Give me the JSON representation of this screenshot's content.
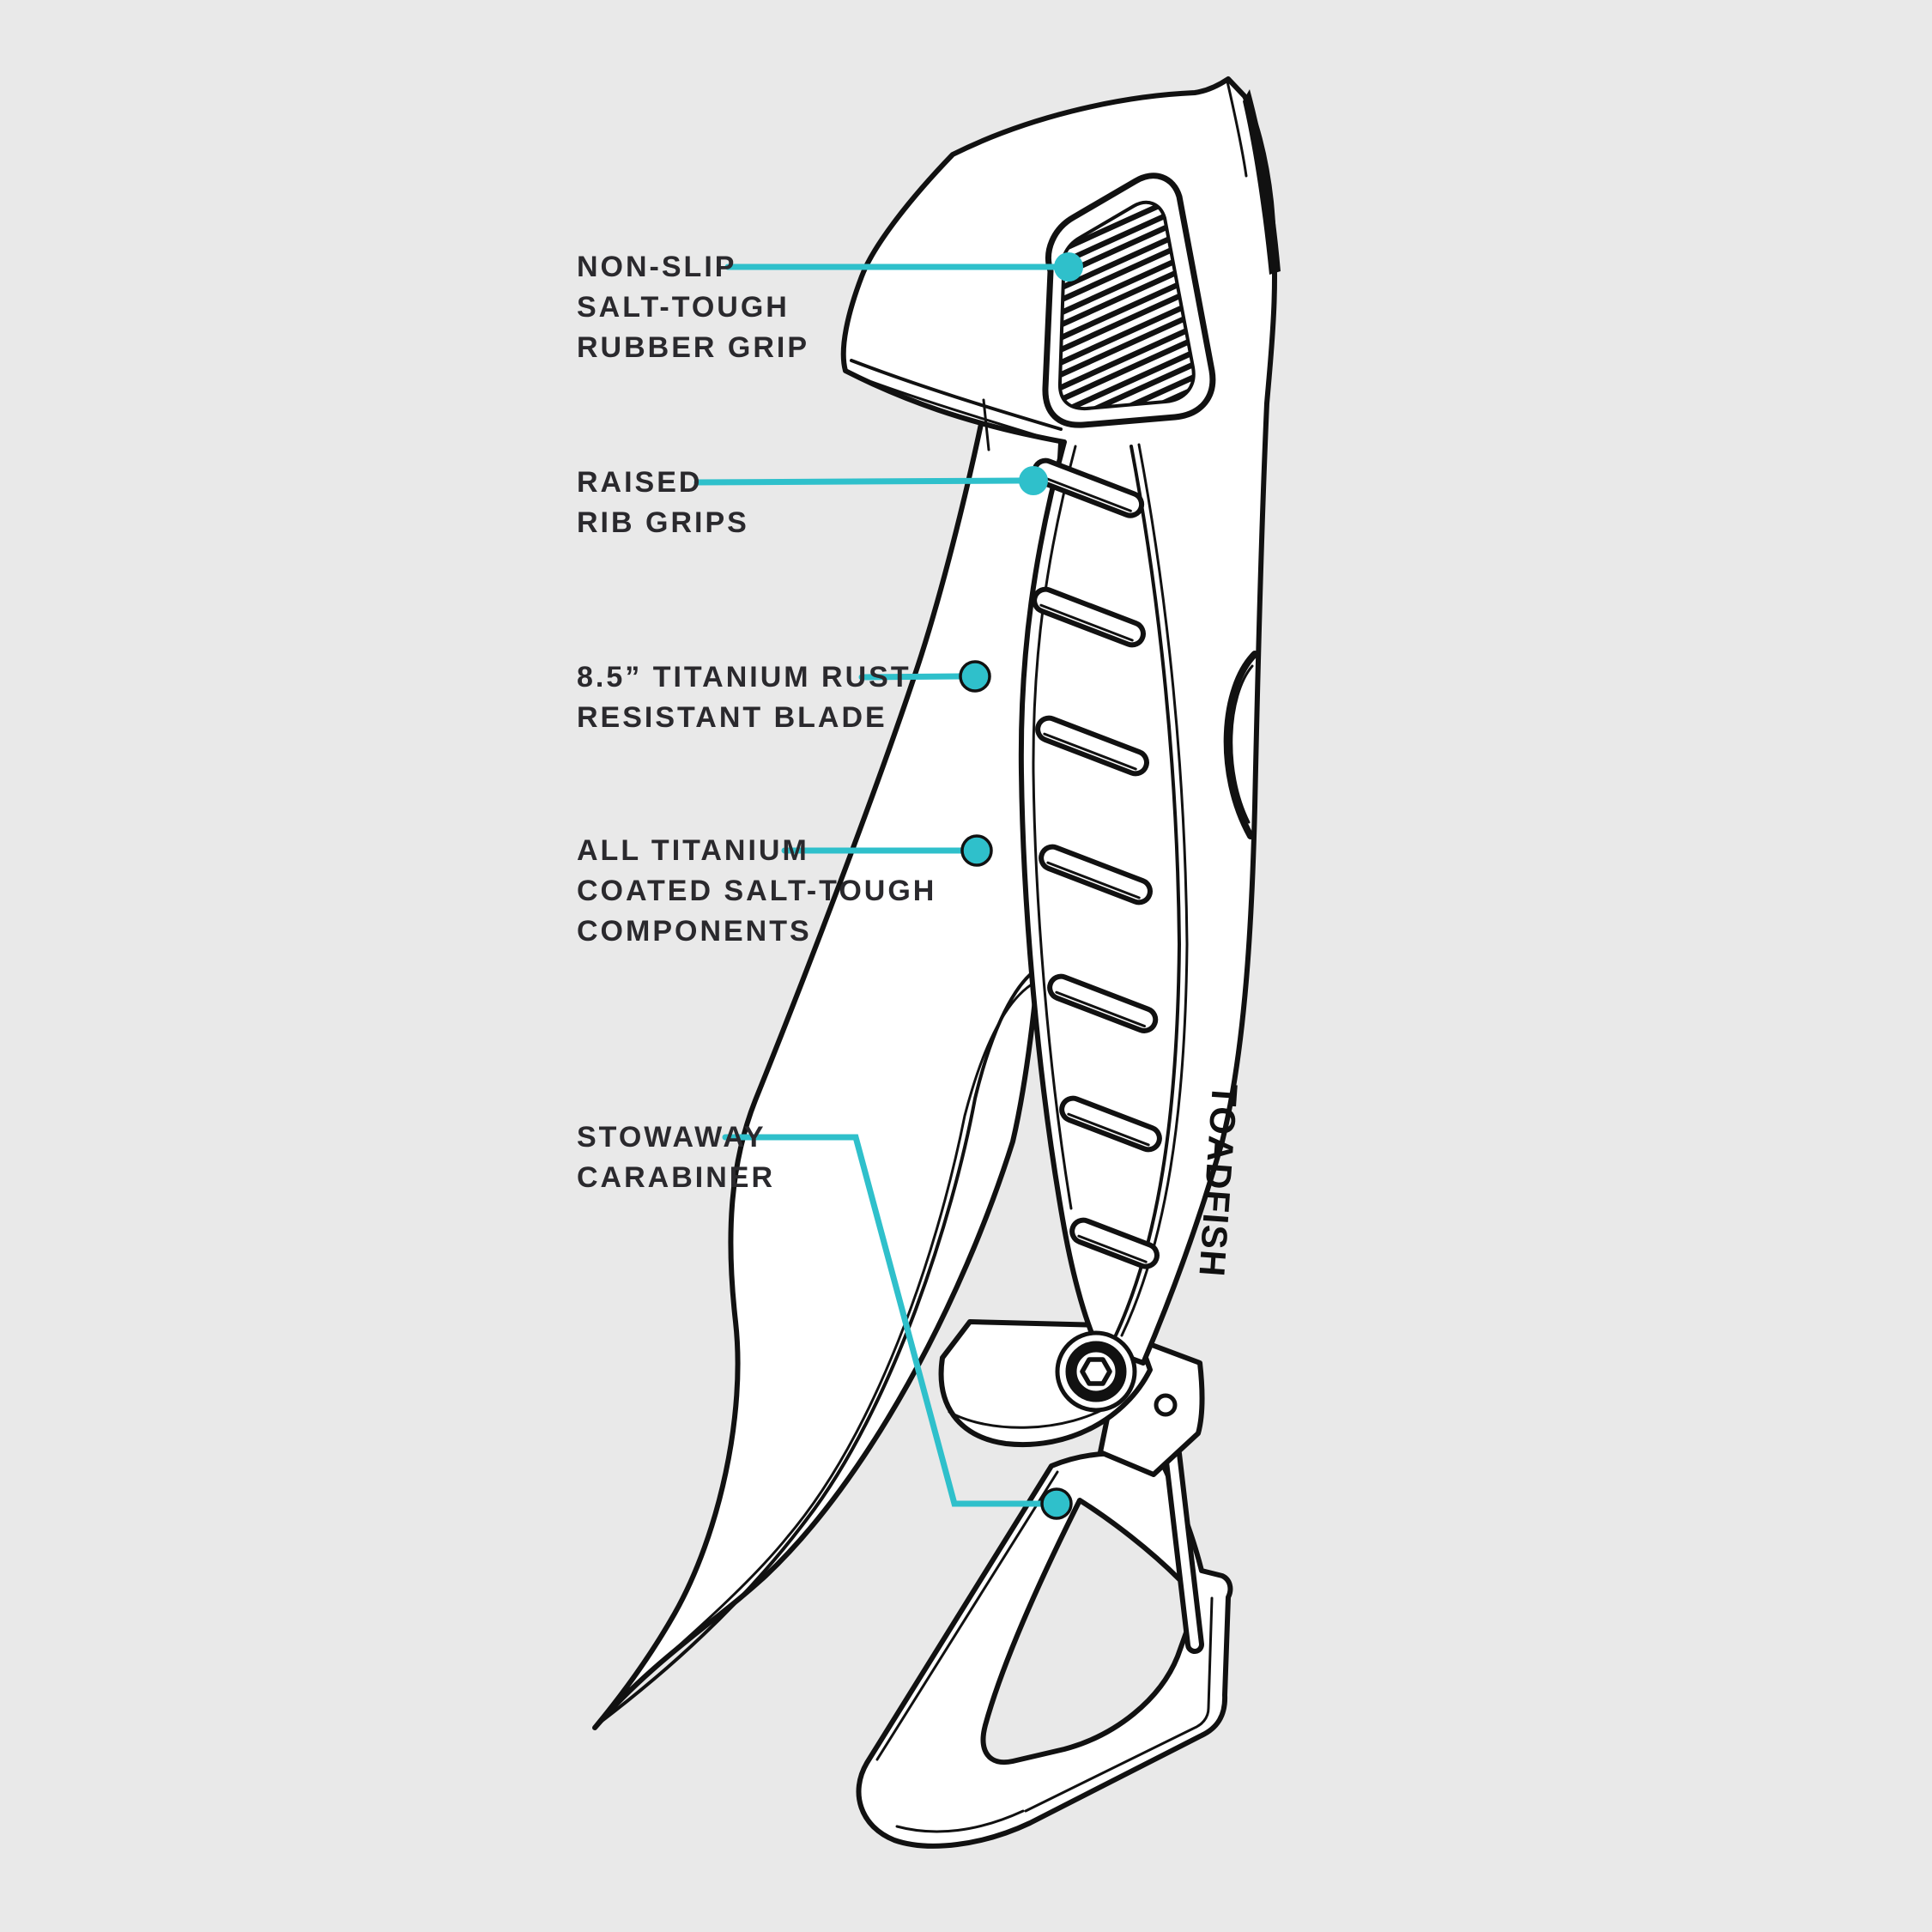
{
  "theme": {
    "background": "#e9e9e9",
    "accent": "#2fc0cb",
    "ink": "#111111",
    "label_color": "#2a292d",
    "part_fill": "#ffffff"
  },
  "product": {
    "brand": "TOADFISH"
  },
  "callouts": [
    {
      "id": "rubber-grip",
      "lines": [
        "NON-SLIP",
        "SALT-TOUGH",
        "RUBBER GRIP"
      ]
    },
    {
      "id": "rib-grips",
      "lines": [
        "RAISED",
        "RIB GRIPS"
      ]
    },
    {
      "id": "blade",
      "lines": [
        "8.5” TITANIUM RUST",
        "RESISTANT BLADE"
      ]
    },
    {
      "id": "components",
      "lines": [
        "ALL TITANIUM",
        "COATED SALT-TOUGH",
        "COMPONENTS"
      ]
    },
    {
      "id": "carabiner",
      "lines": [
        "STOWAWAY",
        "CARABINER"
      ]
    }
  ]
}
